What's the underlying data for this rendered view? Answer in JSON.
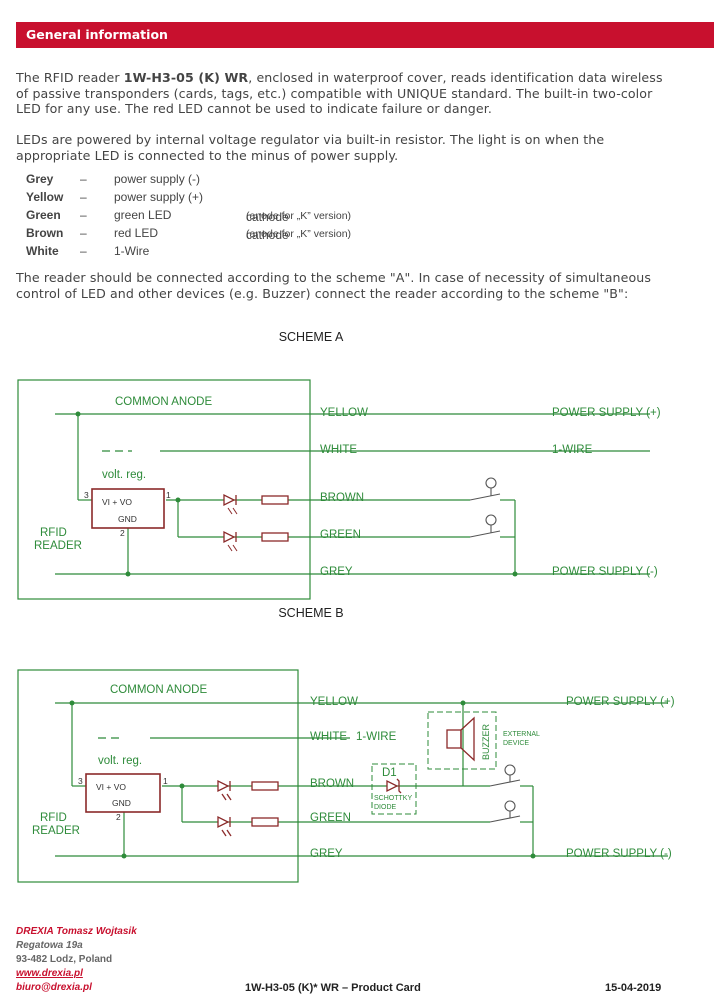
{
  "header": {
    "title": "General information"
  },
  "intro": {
    "p1_pre": "The RFID reader ",
    "p1_bold": "1W-H3-05 (K) WR",
    "p1_post": ", enclosed in waterproof cover, reads identification data wireless of passive transponders (cards, tags, etc.) compatible with UNIQUE standard. The built-in two-color LED for any use. The red LED cannot be used to indicate failure or danger.",
    "p2": "LEDs are powered by internal voltage regulator via built-in resistor. The light is on when the appropriate LED is connected to the minus of power supply."
  },
  "wires": [
    {
      "color": "Grey",
      "dash": "–",
      "function": "power supply (-)",
      "note": "",
      "note_small": ""
    },
    {
      "color": "Yellow",
      "dash": "–",
      "function": "power supply (+)",
      "note": "",
      "note_small": ""
    },
    {
      "color": "Green",
      "dash": "–",
      "function": "green LED",
      "note": "cathode",
      "note_small": " (anode for „K” version)"
    },
    {
      "color": "Brown",
      "dash": "–",
      "function": "red LED",
      "note": "cathode",
      "note_small": " (anode for „K” version)"
    },
    {
      "color": "White",
      "dash": "–",
      "function": "1-Wire",
      "note": "",
      "note_small": ""
    }
  ],
  "connect_text": "The reader should be connected according to the scheme \"A\". In case of necessity of simultaneous control of LED and other devices (e.g. Buzzer) connect the reader according to the scheme \"B\":",
  "scheme_a": {
    "title": "SCHEME A",
    "common_anode": "COMMON ANODE",
    "volt_reg": "volt. reg.",
    "rfid": "RFID",
    "reader": "READER",
    "vi_vo": "VI   +  VO",
    "gnd": "GND",
    "pin3": "3",
    "pin1": "1",
    "pin2": "2",
    "yellow": "YELLOW",
    "white": "WHITE",
    "brown": "BROWN",
    "green": "GREEN",
    "grey": "GREY",
    "ps_plus": "POWER SUPPLY (+)",
    "one_wire": "1-WIRE",
    "ps_minus": "POWER SUPPLY (-)"
  },
  "scheme_b": {
    "title": "SCHEME B",
    "common_anode": "COMMON ANODE",
    "volt_reg": "volt. reg.",
    "rfid": "RFID",
    "reader": "READER",
    "vi_vo": "VI   +  VO",
    "gnd": "GND",
    "pin3": "3",
    "pin1": "1",
    "pin2": "2",
    "yellow": "YELLOW",
    "white": "WHITE",
    "one_wire": "1-WIRE",
    "brown": "BROWN",
    "green": "GREEN",
    "grey": "GREY",
    "ps_plus": "POWER SUPPLY (+)",
    "ps_minus": "POWER SUPPLY (-)",
    "d1": "D1",
    "schottky": "SCHOTTKY",
    "diode": "DIODE",
    "buzzer": "BUZZER",
    "external": "EXTERNAL",
    "device": "DEVICE"
  },
  "footer": {
    "company": "DREXIA Tomasz Wojtasik",
    "street": "Regatowa 19a",
    "city": "93-482 Lodz, Poland",
    "web": "www.drexia.pl",
    "email": "biuro@drexia.pl",
    "doc_title": "1W-H3-05 (K)* WR – Product Card",
    "date": "15-04-2019"
  },
  "colors": {
    "accent": "#c8102e",
    "wire": "#2e8b3a",
    "component": "#8b2a2a"
  }
}
